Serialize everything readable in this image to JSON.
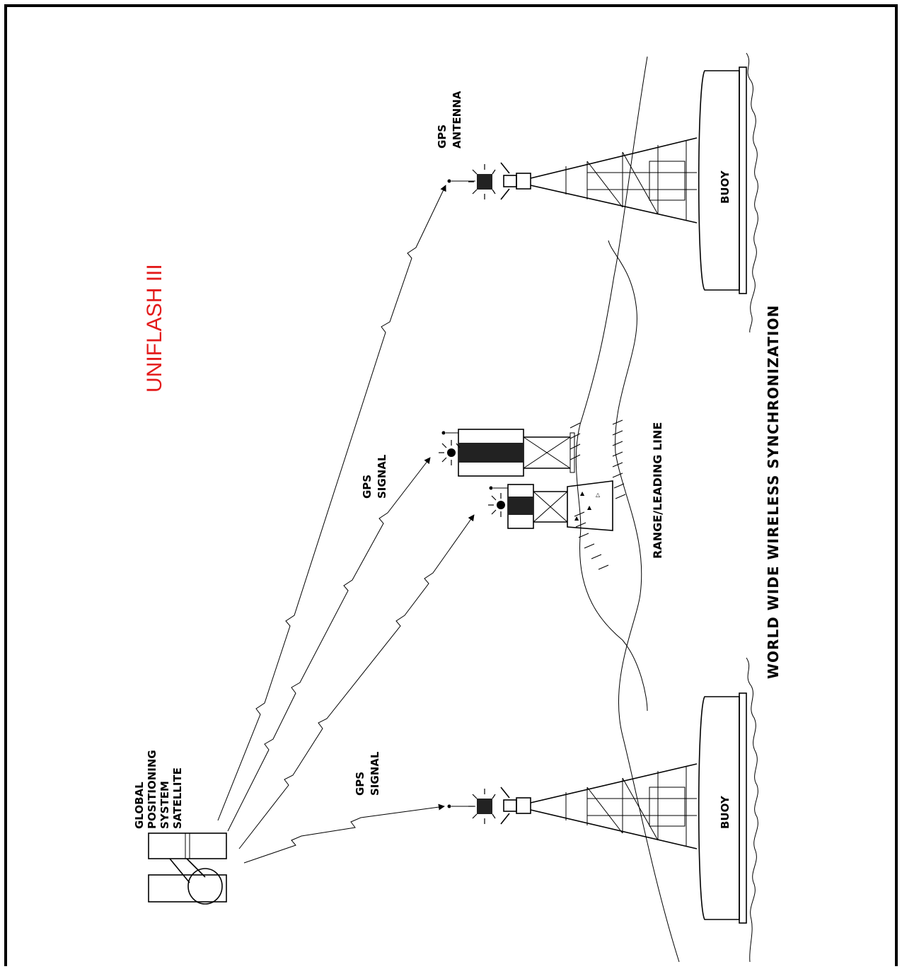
{
  "title": "UNIFLASH III",
  "caption": "WORLD WIDE WIRELESS SYNCHRONIZATION",
  "satellite": {
    "label": [
      "GLOBAL",
      "POSITIONING",
      "SYSTEM",
      "SATELLITE"
    ]
  },
  "labels": {
    "gps_signal_top": [
      "GPS",
      "SIGNAL"
    ],
    "gps_signal_bottom": [
      "GPS",
      "SIGNAL"
    ],
    "gps_antenna": [
      "GPS",
      "ANTENNA"
    ],
    "range_line": "RANGE/LEADING LINE",
    "buoy_top": "BUOY",
    "buoy_bottom": "BUOY"
  },
  "colors": {
    "title": "#e31b1b",
    "ink": "#000000"
  }
}
